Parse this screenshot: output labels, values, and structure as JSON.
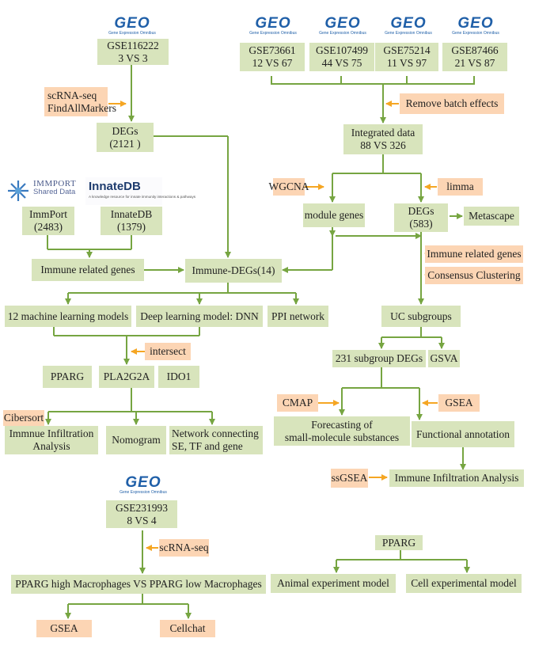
{
  "logos": {
    "geo_word": "GEO",
    "geo_sub": "Gene Expression Omnibus",
    "immport_name": "IMMPORT",
    "immport_sub": "Shared Data",
    "innatedb_name": "InnateDB",
    "innatedb_sub": "A knowledge resource for innate immunity interactions & pathways"
  },
  "datasets": {
    "gse116222": [
      "GSE116222",
      "3 VS 3"
    ],
    "gse73661": [
      "GSE73661",
      "12 VS 67"
    ],
    "gse107499": [
      "GSE107499",
      "44 VS 75"
    ],
    "gse75214": [
      "GSE75214",
      "11 VS 97"
    ],
    "gse87466": [
      "GSE87466",
      "21 VS 87"
    ],
    "gse231993": [
      "GSE231993",
      "8 VS 4"
    ]
  },
  "nodes": {
    "scrna_findall": [
      "scRNA-seq",
      "FindAllMarkers"
    ],
    "degs_2121": [
      "DEGs",
      "(2121 )"
    ],
    "remove_batch": "Remove batch effects",
    "integrated": [
      "Integrated data",
      "88 VS 326"
    ],
    "wgcna": "WGCNA",
    "limma": "limma",
    "module_genes": "module genes",
    "degs_583": [
      "DEGs",
      "(583)"
    ],
    "metascape": "Metascape",
    "immport": [
      "ImmPort",
      "(2483)"
    ],
    "innatedb": [
      "InnateDB",
      "(1379)"
    ],
    "immune_related": "Immune related genes",
    "immune_degs": "Immune-DEGs(14)",
    "immune_related_right": "Immune related genes",
    "consensus": "Consensus Clustering",
    "uc_subgroups": "UC subgroups",
    "ml_models": "12 machine learning models",
    "dnn": "Deep learning model: DNN",
    "ppi": "PPI network",
    "intersect": "intersect",
    "subgroup_degs": "231 subgroup DEGs",
    "gsva": "GSVA",
    "pparg": "PPARG",
    "pla2g2a": "PLA2G2A",
    "ido1": "IDO1",
    "cmap": "CMAP",
    "gsea_right": "GSEA",
    "forecasting": [
      "Forecasting of",
      "small-molecule substances"
    ],
    "functional": "Functional annotation",
    "cibersort": "Cibersort",
    "infiltration_left": [
      "Immnue Infiltration",
      "Analysis"
    ],
    "nomogram": "Nomogram",
    "network": [
      "Network connecting",
      "SE, TF and gene"
    ],
    "ssgsea": "ssGSEA",
    "infiltration_right": "Immune Infiltration Analysis",
    "scrna_bottom": "scRNA-seq",
    "pparg_macro": "PPARG high Macrophages VS PPARG low Macrophages",
    "gsea_bottom": "GSEA",
    "cellchat": "Cellchat",
    "pparg_bottom": "PPARG",
    "animal": "Animal experiment model",
    "cell": "Cell experimental model"
  },
  "colors": {
    "box_green": "#d8e4bc",
    "box_orange": "#fcd5b4",
    "line_green": "#76a541",
    "arrow_orange": "#f5a623"
  }
}
